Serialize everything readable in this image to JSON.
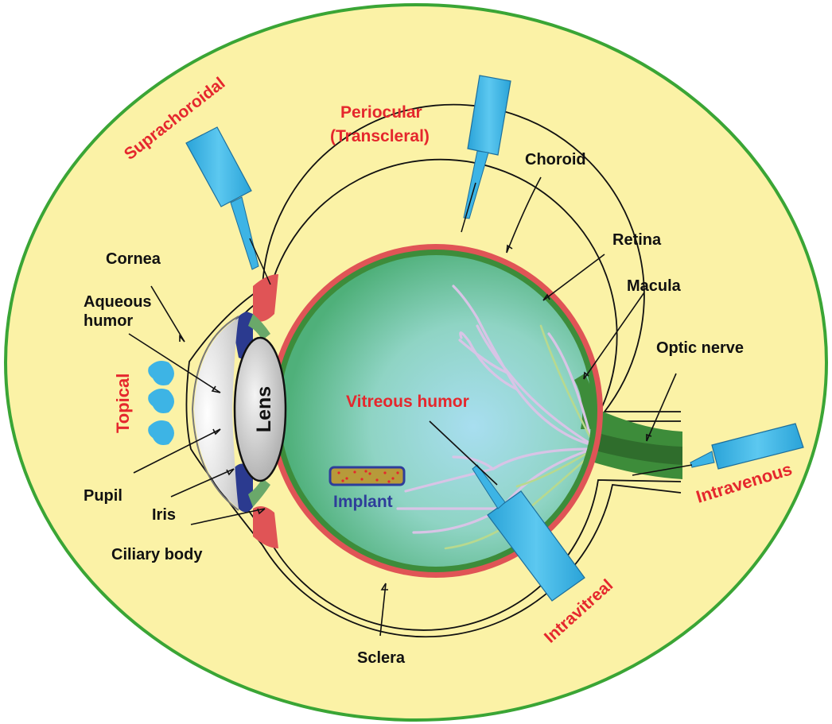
{
  "colors": {
    "background_oval": "#fbf2a6",
    "oval_border": "#3aa535",
    "route_label": "#e5272d",
    "anatomy_label": "#111111",
    "implant_label": "#2e3d9a",
    "syringe": "#3db4e5",
    "choroid": "#e05456",
    "retina": "#3d8c3a",
    "vitreous": "#8fd3c8",
    "iris": "#2b3a8f",
    "drops": "#3db4e5"
  },
  "anatomy_labels": {
    "cornea": "Cornea",
    "aqueous_humor_1": "Aqueous",
    "aqueous_humor_2": "humor",
    "lens": "Lens",
    "pupil": "Pupil",
    "iris": "Iris",
    "ciliary_body": "Ciliary body",
    "sclera": "Sclera",
    "choroid": "Choroid",
    "retina": "Retina",
    "macula": "Macula",
    "optic_nerve": "Optic nerve"
  },
  "route_labels": {
    "suprachoroidal": "Suprachoroidal",
    "periocular_1": "Periocular",
    "periocular_2": "(Transcleral)",
    "topical": "Topical",
    "vitreous_humor": "Vitreous humor",
    "intravenous": "Intravenous",
    "intravitreal": "Intravitreal"
  },
  "implant_label": "Implant",
  "icons": [
    "syringe-icon",
    "eye-drop-icon",
    "implant-icon"
  ]
}
